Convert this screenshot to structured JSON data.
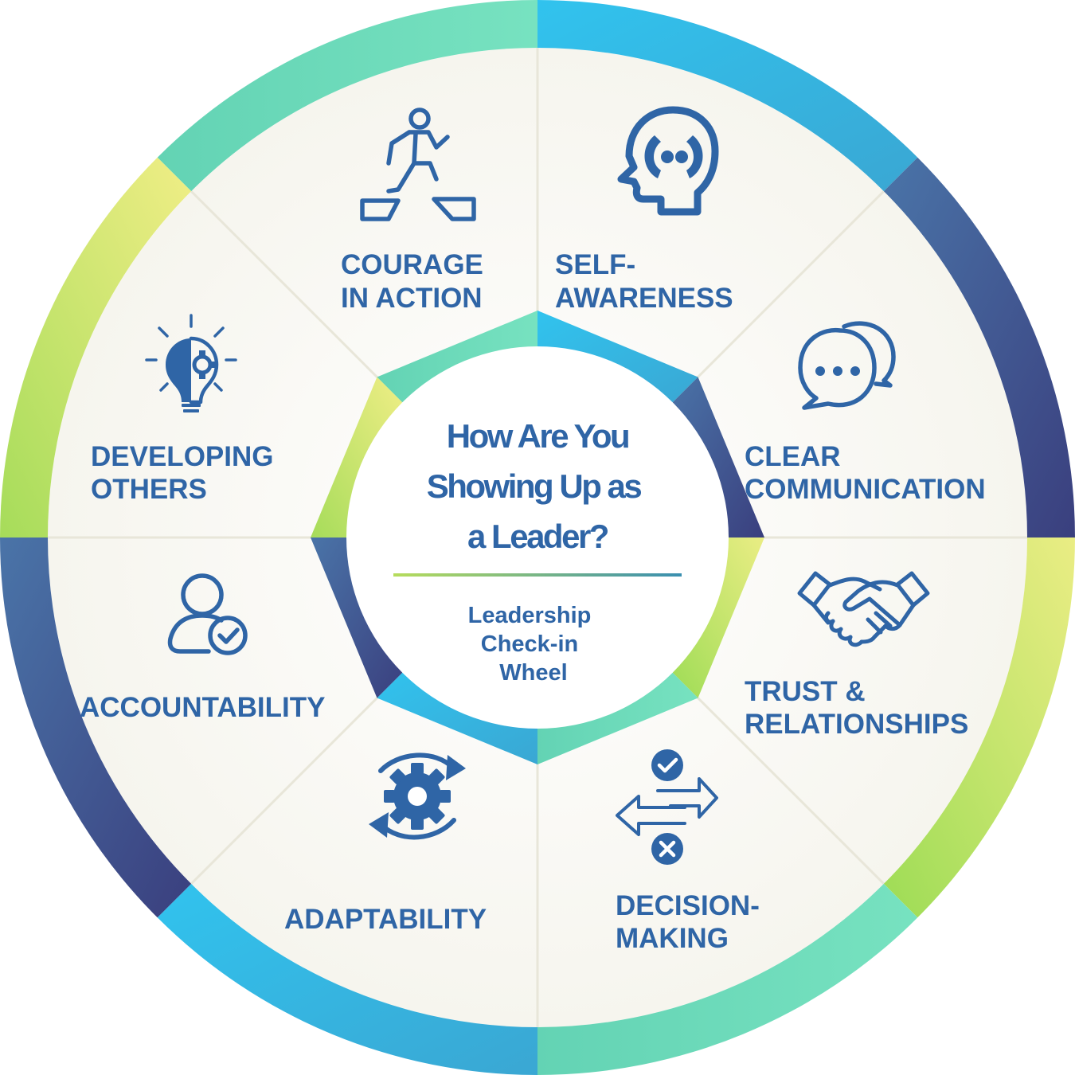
{
  "center": {
    "title": [
      "How Are You",
      "Showing Up as",
      "a Leader?"
    ],
    "subtitle": [
      "Leadership",
      "Check-in",
      "Wheel"
    ]
  },
  "segments": [
    {
      "key": "courage",
      "lines": [
        "COURAGE",
        "IN ACTION"
      ],
      "icon": "climbing-person-icon"
    },
    {
      "key": "self-awareness",
      "lines": [
        "SELF-",
        "AWARENESS"
      ],
      "icon": "head-profile-icon"
    },
    {
      "key": "clear-communication",
      "lines": [
        "CLEAR",
        "COMMUNICATION"
      ],
      "icon": "chat-bubbles-icon"
    },
    {
      "key": "trust",
      "lines": [
        "TRUST &",
        "RELATIONSHIPS"
      ],
      "icon": "handshake-icon"
    },
    {
      "key": "decision-making",
      "lines": [
        "DECISION-",
        "MAKING"
      ],
      "icon": "decision-arrows-icon"
    },
    {
      "key": "adaptability",
      "lines": [
        "ADAPTABILITY"
      ],
      "icon": "gear-cycle-icon"
    },
    {
      "key": "accountability",
      "lines": [
        "ACCOUNTABILITY"
      ],
      "icon": "user-check-icon"
    },
    {
      "key": "developing-others",
      "lines": [
        "DEVELOPING",
        "OTHERS"
      ],
      "icon": "lightbulb-gear-icon"
    }
  ],
  "colors": {
    "text": "#2f65a6",
    "teal": "#6fdcbb",
    "cyan": "#2ec2ec",
    "navy": "#3a4a85",
    "lime": "#e6ec7f",
    "green": "#9bdc55"
  }
}
